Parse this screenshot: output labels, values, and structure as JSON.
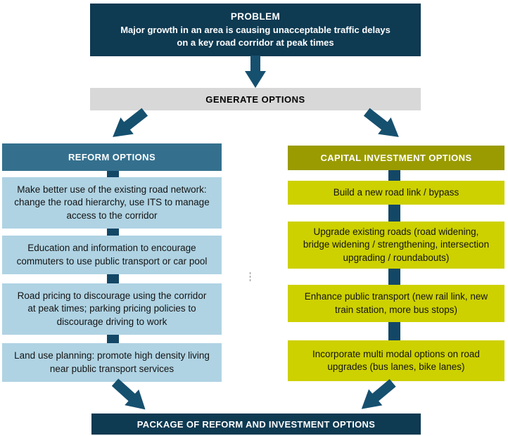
{
  "problem": {
    "title": "PROBLEM",
    "body": "Major growth in an area is causing unacceptable traffic delays\non a key road corridor at peak times"
  },
  "generate": {
    "label": "GENERATE OPTIONS"
  },
  "reform": {
    "header": "REFORM OPTIONS",
    "items": [
      "Make better use of the existing road network:\nchange the road hierarchy, use ITS to manage\naccess to the corridor",
      "Education and information to encourage\ncommuters to use public transport or car pool",
      "Road pricing to discourage using the corridor\nat peak times; parking pricing policies to\ndiscourage driving to work",
      "Land use planning: promote high density living\nnear public transport services"
    ]
  },
  "capital": {
    "header": "CAPITAL INVESTMENT OPTIONS",
    "items": [
      "Build a new road link / bypass",
      "Upgrade existing roads (road widening,\nbridge widening / strengthening, intersection\nupgrading / roundabouts)",
      "Enhance public transport (new rail link, new\ntrain station, more bus stops)",
      "Incorporate multi modal options on road\nupgrades (bus lanes, bike lanes)"
    ]
  },
  "package": {
    "label": "PACKAGE OF REFORM AND INVESTMENT OPTIONS"
  },
  "colors": {
    "navy_box": "#0E3A52",
    "arrow": "#16506F",
    "connector_stub": "#134766",
    "gray_bar": "#D8D8D8",
    "reform_header": "#34708E",
    "reform_item": "#AFD3E3",
    "capital_header": "#9A9B01",
    "capital_item": "#CDD100"
  }
}
